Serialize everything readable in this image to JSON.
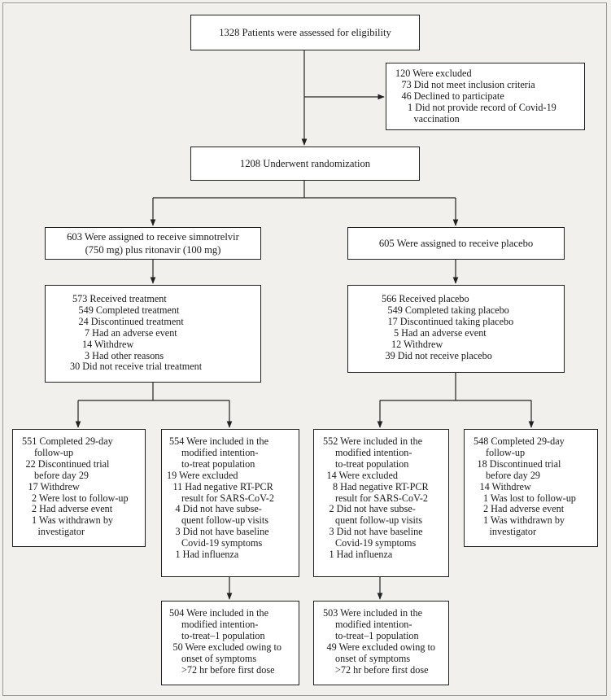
{
  "diagram": {
    "eligibility": "1328 Patients were assessed for eligibility",
    "excluded": [
      {
        "text": "120 Were excluded",
        "indent": 0
      },
      {
        "text": "73 Did not meet inclusion criteria",
        "indent": 1
      },
      {
        "text": "46 Declined to participate",
        "indent": 1
      },
      {
        "text": "1 Did not provide record of Covid-19",
        "indent": 2
      },
      {
        "text": "vaccination",
        "indent": 3
      }
    ],
    "randomization": "1208 Underwent randomization",
    "arm_left": {
      "assigned": [
        "603 Were assigned to receive simnotrelvir",
        "(750 mg) plus ritonavir (100 mg)"
      ],
      "treatment": [
        {
          "text": "573 Received treatment",
          "indent": 0
        },
        {
          "text": "549 Completed treatment",
          "indent": 1
        },
        {
          "text": "24 Discontinued treatment",
          "indent": 1
        },
        {
          "text": "7 Had an adverse event",
          "indent": 2
        },
        {
          "text": "14 Withdrew",
          "indent": 1.6
        },
        {
          "text": "3 Had other reasons",
          "indent": 2
        },
        {
          "text": "30 Did not receive trial treatment",
          "indent": -0.4
        }
      ],
      "followup": [
        {
          "text": "551 Completed 29-day",
          "indent": 0
        },
        {
          "text": "follow-up",
          "indent": 2
        },
        {
          "text": "22 Discontinued trial",
          "indent": 0.6
        },
        {
          "text": "before day 29",
          "indent": 2
        },
        {
          "text": "17 Withdrew",
          "indent": 1
        },
        {
          "text": "2 Were lost to follow-up",
          "indent": 1.6
        },
        {
          "text": "2 Had adverse event",
          "indent": 1.6
        },
        {
          "text": "1 Was withdrawn by",
          "indent": 1.6
        },
        {
          "text": "investigator",
          "indent": 2.6
        }
      ],
      "mitt": [
        {
          "text": "554 Were included in the",
          "indent": 0
        },
        {
          "text": "modified intention-",
          "indent": 2
        },
        {
          "text": "to-treat population",
          "indent": 2
        },
        {
          "text": "19 Were excluded",
          "indent": -0.4
        },
        {
          "text": "11 Had negative RT-PCR",
          "indent": 0.6
        },
        {
          "text": "result for SARS-CoV-2",
          "indent": 2
        },
        {
          "text": "4 Did not have subse-",
          "indent": 1
        },
        {
          "text": "quent follow-up visits",
          "indent": 2
        },
        {
          "text": "3 Did not have baseline",
          "indent": 1
        },
        {
          "text": "Covid-19 symptoms",
          "indent": 2
        },
        {
          "text": "1 Had influenza",
          "indent": 1
        }
      ],
      "mitt1": [
        {
          "text": "504 Were included in the",
          "indent": 0
        },
        {
          "text": "modified intention-",
          "indent": 2
        },
        {
          "text": "to-treat–1 population",
          "indent": 2
        },
        {
          "text": "50 Were excluded owing to",
          "indent": 0.6
        },
        {
          "text": "onset of symptoms",
          "indent": 2
        },
        {
          "text": ">72 hr before first dose",
          "indent": 2
        }
      ]
    },
    "arm_right": {
      "assigned": "605 Were assigned to receive placebo",
      "treatment": [
        {
          "text": "566 Received placebo",
          "indent": 0
        },
        {
          "text": "549 Completed taking placebo",
          "indent": 1
        },
        {
          "text": "17 Discontinued taking placebo",
          "indent": 1
        },
        {
          "text": "5 Had an adverse event",
          "indent": 2
        },
        {
          "text": "12 Withdrew",
          "indent": 1.6
        },
        {
          "text": "39 Did not receive placebo",
          "indent": 0.6
        }
      ],
      "mitt": [
        {
          "text": "552 Were included in the",
          "indent": 0
        },
        {
          "text": "modified intention-",
          "indent": 2
        },
        {
          "text": "to-treat population",
          "indent": 2
        },
        {
          "text": "14 Were excluded",
          "indent": 0.6
        },
        {
          "text": "8 Had negative RT-PCR",
          "indent": 1.6
        },
        {
          "text": "result for SARS-CoV-2",
          "indent": 2
        },
        {
          "text": "2 Did not have subse-",
          "indent": 1
        },
        {
          "text": "quent follow-up visits",
          "indent": 2
        },
        {
          "text": "3 Did not have baseline",
          "indent": 1
        },
        {
          "text": "Covid-19 symptoms",
          "indent": 2
        },
        {
          "text": "1 Had influenza",
          "indent": 1
        }
      ],
      "followup": [
        {
          "text": "548 Completed 29-day",
          "indent": 0
        },
        {
          "text": "follow-up",
          "indent": 2
        },
        {
          "text": "18 Discontinued trial",
          "indent": 0.6
        },
        {
          "text": "before day 29",
          "indent": 2
        },
        {
          "text": "14 Withdrew",
          "indent": 1
        },
        {
          "text": "1 Was lost to follow-up",
          "indent": 1.6
        },
        {
          "text": "2 Had adverse event",
          "indent": 1.6
        },
        {
          "text": "1 Was withdrawn by",
          "indent": 1.6
        },
        {
          "text": "investigator",
          "indent": 2.6
        }
      ],
      "mitt1": [
        {
          "text": "503 Were included in the",
          "indent": 0
        },
        {
          "text": "modified intention-",
          "indent": 2
        },
        {
          "text": "to-treat–1 population",
          "indent": 2
        },
        {
          "text": "49 Were excluded owing to",
          "indent": 0.6
        },
        {
          "text": "onset of symptoms",
          "indent": 2
        },
        {
          "text": ">72 hr before first dose",
          "indent": 2
        }
      ]
    }
  }
}
